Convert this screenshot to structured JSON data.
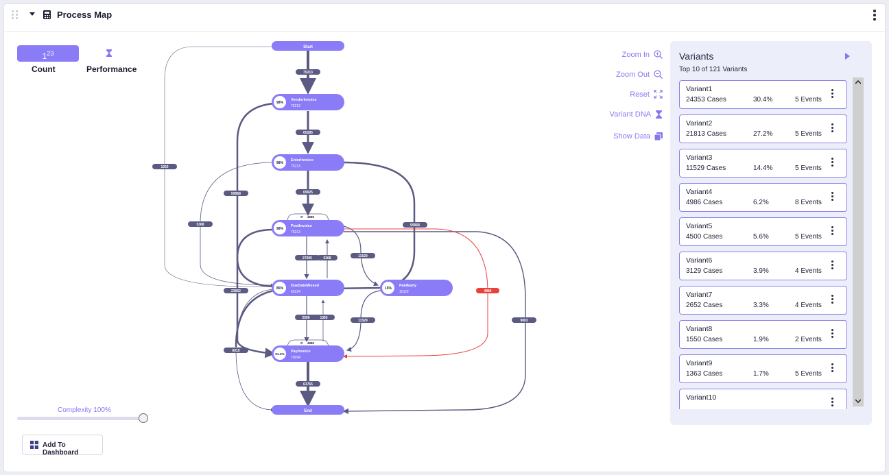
{
  "header": {
    "title": "Process Map"
  },
  "metrics": {
    "count_label": "Count",
    "count_icon_text": "1",
    "count_icon_sup": "23",
    "performance_label": "Performance"
  },
  "actions": {
    "zoom_in": "Zoom In",
    "zoom_out": "Zoom Out",
    "reset": "Reset",
    "variant_dna": "Variant DNA",
    "show_data": "Show Data"
  },
  "map": {
    "nodes": {
      "start": "Start",
      "vendor": {
        "name": "VendorInvoice",
        "count": "75213",
        "pct": "98%"
      },
      "enter": {
        "name": "EnterInvoice",
        "count": "75213",
        "pct": "98%"
      },
      "post": {
        "name": "PostInvoice",
        "count": "75213",
        "pct": "98%",
        "loop": "4986"
      },
      "due": {
        "name": "DueDateMissed",
        "count": "65224",
        "pct": "85%"
      },
      "paid_early": {
        "name": "PaidEarly",
        "count": "11529",
        "pct": "15%"
      },
      "pay": {
        "name": "PayInvoice",
        "count": "70094",
        "pct": "91.3%",
        "loop": "4986"
      },
      "end": "End"
    },
    "edges": {
      "start_vendor": "75213",
      "vendor_enter": "65285",
      "enter_post": "69925",
      "post_due": "27005",
      "due_post": "5368",
      "post_paid": "11529",
      "due_pay": "2590",
      "pay_due": "1363",
      "paid_pay": "11529",
      "pay_end": "63765",
      "start_due": "1250",
      "vendor_pay": "59958",
      "enter_due": "5368",
      "paid_enter": "59958",
      "red": "4984",
      "right_loop": "9003",
      "due_left": "23662",
      "pay_left": "6015"
    }
  },
  "variants": {
    "title": "Variants",
    "subtitle": "Top 10 of 121 Variants",
    "items": [
      {
        "name": "Variant1",
        "cases": "24353 Cases",
        "pct": "30.4%",
        "events": "5 Events"
      },
      {
        "name": "Variant2",
        "cases": "21813 Cases",
        "pct": "27.2%",
        "events": "5 Events"
      },
      {
        "name": "Variant3",
        "cases": "11529 Cases",
        "pct": "14.4%",
        "events": "5 Events"
      },
      {
        "name": "Variant4",
        "cases": "4986 Cases",
        "pct": "6.2%",
        "events": "8 Events"
      },
      {
        "name": "Variant5",
        "cases": "4500 Cases",
        "pct": "5.6%",
        "events": "5 Events"
      },
      {
        "name": "Variant6",
        "cases": "3129 Cases",
        "pct": "3.9%",
        "events": "4 Events"
      },
      {
        "name": "Variant7",
        "cases": "2652 Cases",
        "pct": "3.3%",
        "events": "4 Events"
      },
      {
        "name": "Variant8",
        "cases": "1550 Cases",
        "pct": "1.9%",
        "events": "2 Events"
      },
      {
        "name": "Variant9",
        "cases": "1363 Cases",
        "pct": "1.7%",
        "events": "5 Events"
      },
      {
        "name": "Variant10",
        "cases": "",
        "pct": "",
        "events": ""
      }
    ]
  },
  "complexity": {
    "label": "Complexity 100%",
    "value": 1.0
  },
  "add_to_dashboard": "Add To Dashboard",
  "colors": {
    "accent": "#8a7cf7",
    "edge": "#5b5a82",
    "red_edge": "#e8413b"
  }
}
